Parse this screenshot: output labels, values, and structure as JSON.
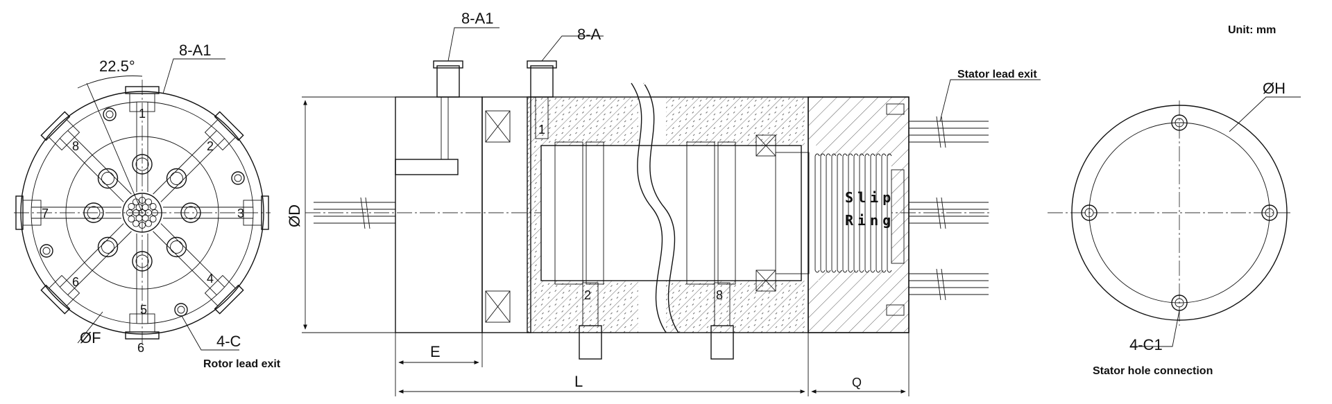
{
  "unit_label": "Unit: mm",
  "front_view": {
    "angle_label": "22.5°",
    "port_callout": "8-A1",
    "hole_callout": "4-C",
    "diameter_label": "ØF",
    "bottom_label": "6",
    "caption": "Rotor lead exit",
    "port_numbers": [
      "1",
      "2",
      "3",
      "4",
      "5",
      "6",
      "7",
      "8"
    ]
  },
  "side_view": {
    "top_callout_a1": "8-A1",
    "top_callout_a": "8-A",
    "diameter_label": "ØD",
    "slip_ring_text": [
      "Slip",
      "Ring"
    ],
    "stator_callout": "Stator lead exit",
    "dim_e": "E",
    "dim_l": "L",
    "dim_q": "Q",
    "port_marks": [
      "1",
      "2",
      "8"
    ]
  },
  "rear_view": {
    "diameter_label": "ØH",
    "hole_callout": "4-C1",
    "caption": "Stator hole connection"
  }
}
